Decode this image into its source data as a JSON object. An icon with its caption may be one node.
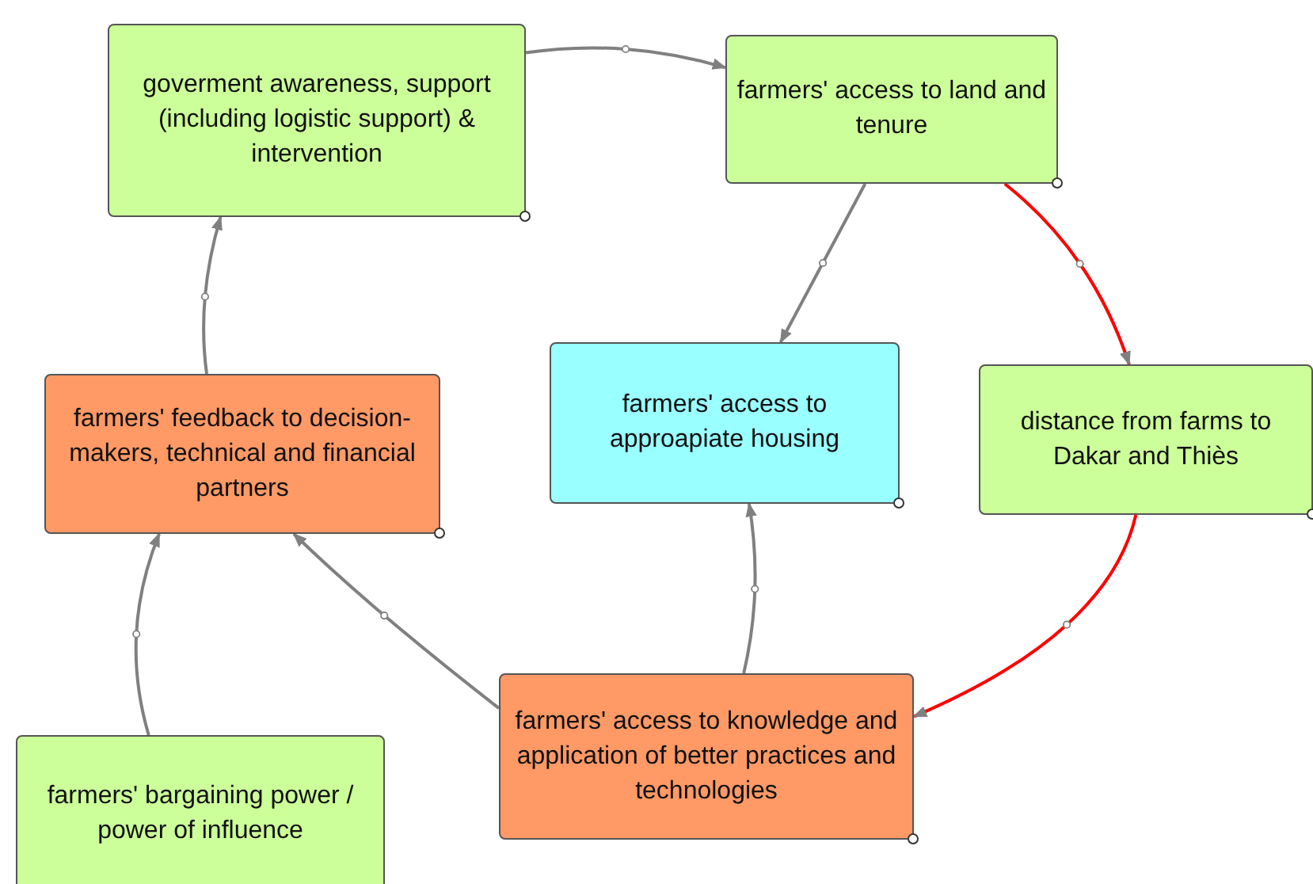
{
  "diagram": {
    "nodes": [
      {
        "text": [
          "goverment awareness, support (including logistic support) & intervention"
        ]
      },
      {
        "text": [
          "farmers' access to land and tenure"
        ]
      },
      {
        "text": [
          "farmers' feedback to decision-makers, technical and financial partners"
        ]
      },
      {
        "text": [
          "farmers' access to approapiate housing"
        ]
      },
      {
        "text": [
          "distance from farms to Dakar and Thiès"
        ]
      },
      {
        "text": [
          "farmers' bargaining power / power of influence"
        ]
      },
      {
        "text": [
          "farmers' access to knowledge and application of better practices and technologies"
        ]
      }
    ],
    "edges": [
      {
        "from": 0,
        "to": 1,
        "arrow": "to"
      },
      {
        "from": 1,
        "to": 3,
        "arrow": "to"
      },
      {
        "from": 1,
        "to": 4,
        "arrow": "to",
        "color": "#ff0000"
      },
      {
        "from": 4,
        "to": 6,
        "arrow": "to",
        "color": "#ff0000"
      },
      {
        "from": 6,
        "to": 3,
        "arrow": "to"
      },
      {
        "from": 6,
        "to": 2,
        "arrow": "to"
      },
      {
        "from": 5,
        "to": 2,
        "arrow": "to"
      },
      {
        "from": 2,
        "to": 0,
        "arrow": "to"
      }
    ]
  }
}
